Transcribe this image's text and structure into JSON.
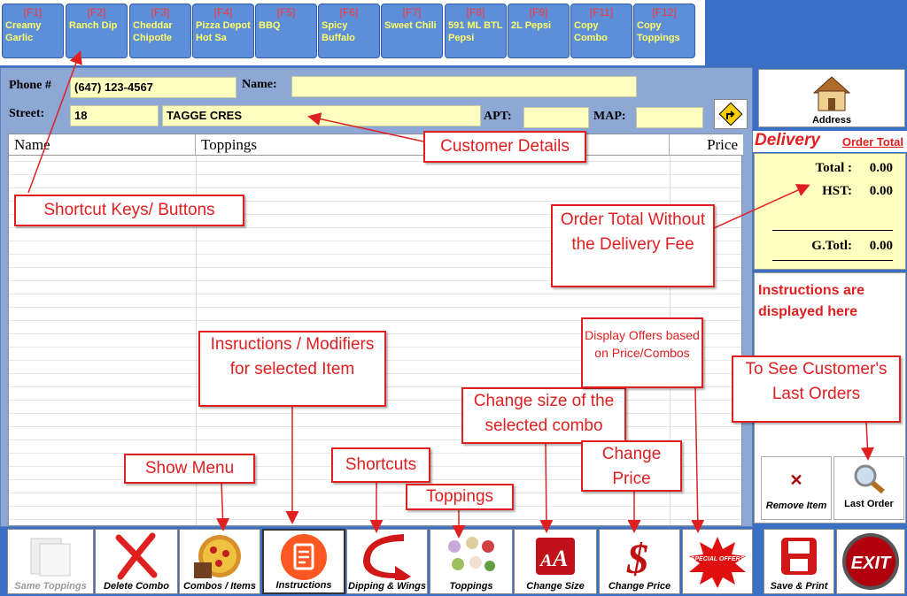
{
  "fkeys": [
    {
      "key": "[F1]",
      "label": "Creamy Garlic"
    },
    {
      "key": "[F2]",
      "label": "Ranch Dip"
    },
    {
      "key": "[F3]",
      "label": "Cheddar Chipotle"
    },
    {
      "key": "[F4]",
      "label": "Pizza Depot Hot Sa"
    },
    {
      "key": "[F5]",
      "label": "BBQ"
    },
    {
      "key": "[F6]",
      "label": "Spicy Buffalo"
    },
    {
      "key": "[F7]",
      "label": "Sweet Chili"
    },
    {
      "key": "[F8]",
      "label": "591 ML BTL Pepsi"
    },
    {
      "key": "[F9]",
      "label": "2L Pepsi"
    },
    {
      "key": "[F11]",
      "label": "Copy Combo"
    },
    {
      "key": "[F12]",
      "label": "Copy Toppings"
    }
  ],
  "customer": {
    "phone_label": "Phone #",
    "phone": "(647) 123-4567",
    "name_label": "Name:",
    "name": "",
    "street_label": "Street:",
    "street_no": "18",
    "street": "TAGGE CRES",
    "apt_label": "APT:",
    "apt": "",
    "map_label": "MAP:",
    "map": ""
  },
  "grid": {
    "col_name": "Name",
    "col_toppings": "Toppings",
    "col_price": "Price"
  },
  "right": {
    "address_label": "Address",
    "delivery": "Delivery",
    "order_total_link": "Order Total",
    "total_label": "Total :",
    "total": "0.00",
    "hst_label": "HST:",
    "hst": "0.00",
    "gtotal_label": "G.Totl:",
    "gtotal": "0.00",
    "instructions": "Instructions are displayed here",
    "remove_item": "Remove Item",
    "last_order": "Last Order"
  },
  "bottom": [
    {
      "label": "Same Toppings"
    },
    {
      "label": "Delete Combo"
    },
    {
      "label": "Combos / Items"
    },
    {
      "label": "Instructions"
    },
    {
      "label": "Dipping & Wings"
    },
    {
      "label": "Toppings"
    },
    {
      "label": "Change Size"
    },
    {
      "label": "Change Price"
    },
    {
      "label": "Save & Print"
    }
  ],
  "exit_label": "EXIT",
  "special_offers": "SPECIAL OFFERS",
  "annotations": {
    "shortcut": "Shortcut Keys/ Buttons",
    "customer": "Customer Details",
    "ordertotal": "Order Total Without the Delivery Fee",
    "instructions": "Insructions / Modifiers for selected Item",
    "showmenu": "Show Menu",
    "shortcuts": "Shortcuts",
    "toppings": "Toppings",
    "changesize": "Change size of the selected combo",
    "changeprice": "Change Price",
    "offers": "Display Offers based on Price/Combos",
    "lastorders": "To See Customer's Last Orders"
  },
  "colors": {
    "accent": "#3a6fc6",
    "field": "#ffffc0",
    "annotation": "#e02020",
    "fkey_text": "#ffff66"
  }
}
